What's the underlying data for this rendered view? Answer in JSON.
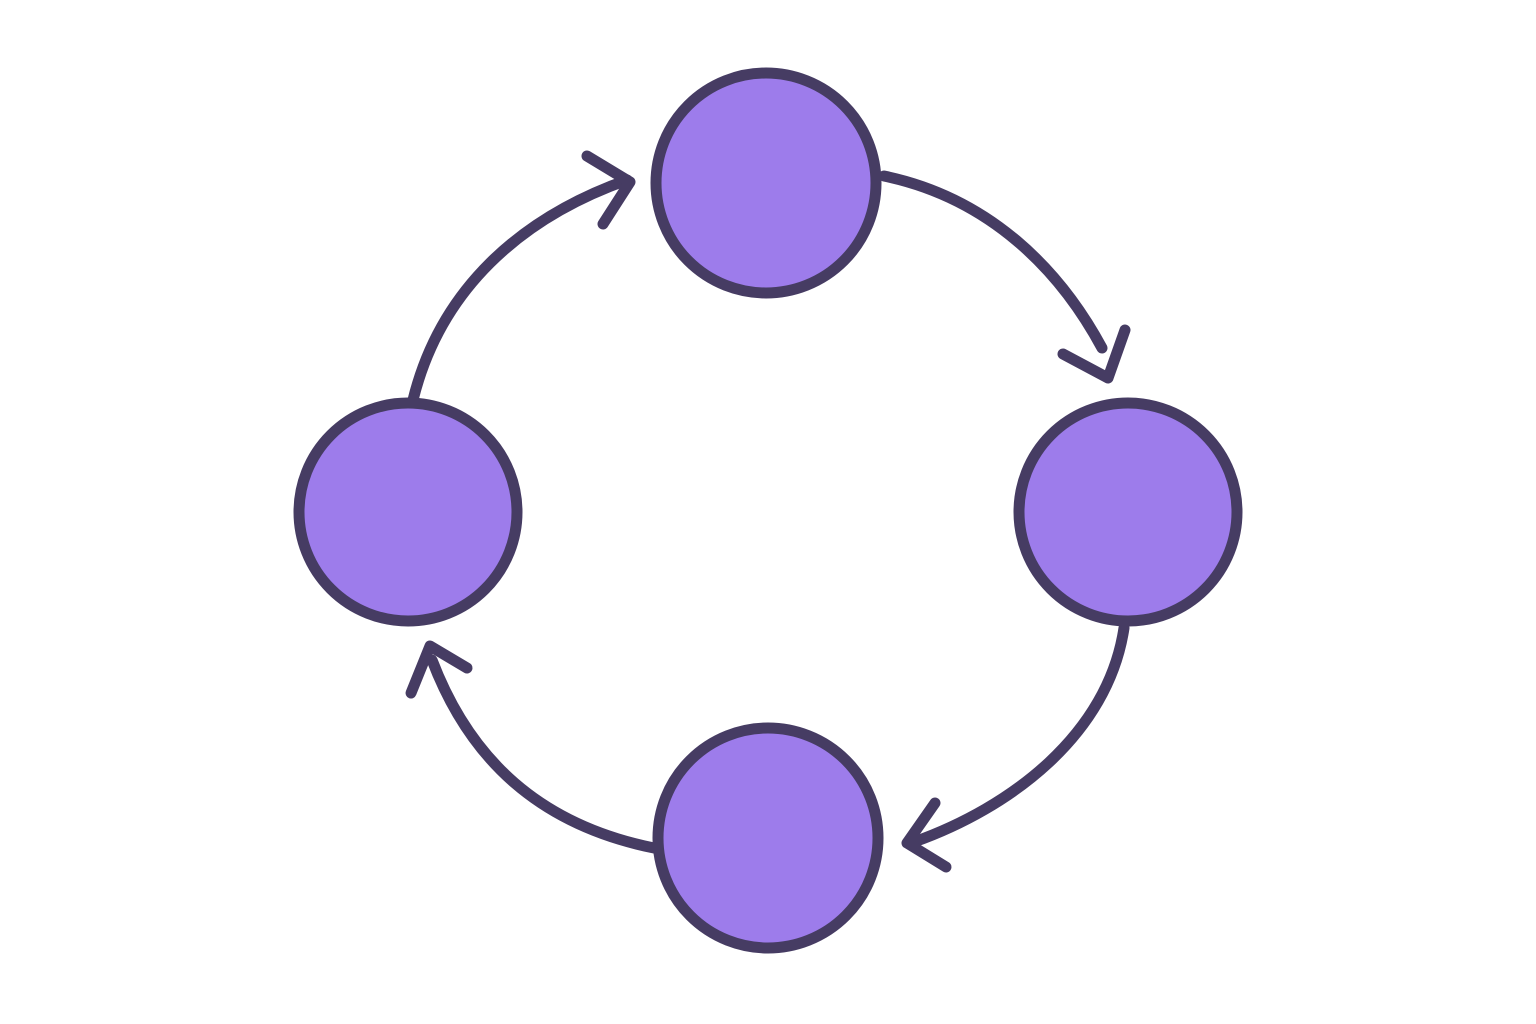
{
  "diagram": {
    "type": "cycle",
    "direction": "clockwise",
    "colors": {
      "background": "#ffffff",
      "node_fill": "#9d7ceb",
      "outline": "#463c63",
      "connector": "#463c63"
    },
    "nodes": [
      {
        "id": "top",
        "label": ""
      },
      {
        "id": "right",
        "label": ""
      },
      {
        "id": "bottom",
        "label": ""
      },
      {
        "id": "left",
        "label": ""
      }
    ],
    "edges": [
      {
        "from": "top",
        "to": "right",
        "icon": "arrow-head"
      },
      {
        "from": "right",
        "to": "bottom",
        "icon": "arrow-head"
      },
      {
        "from": "bottom",
        "to": "left",
        "icon": "arrow-head"
      },
      {
        "from": "left",
        "to": "top",
        "icon": "arrow-head"
      }
    ]
  }
}
